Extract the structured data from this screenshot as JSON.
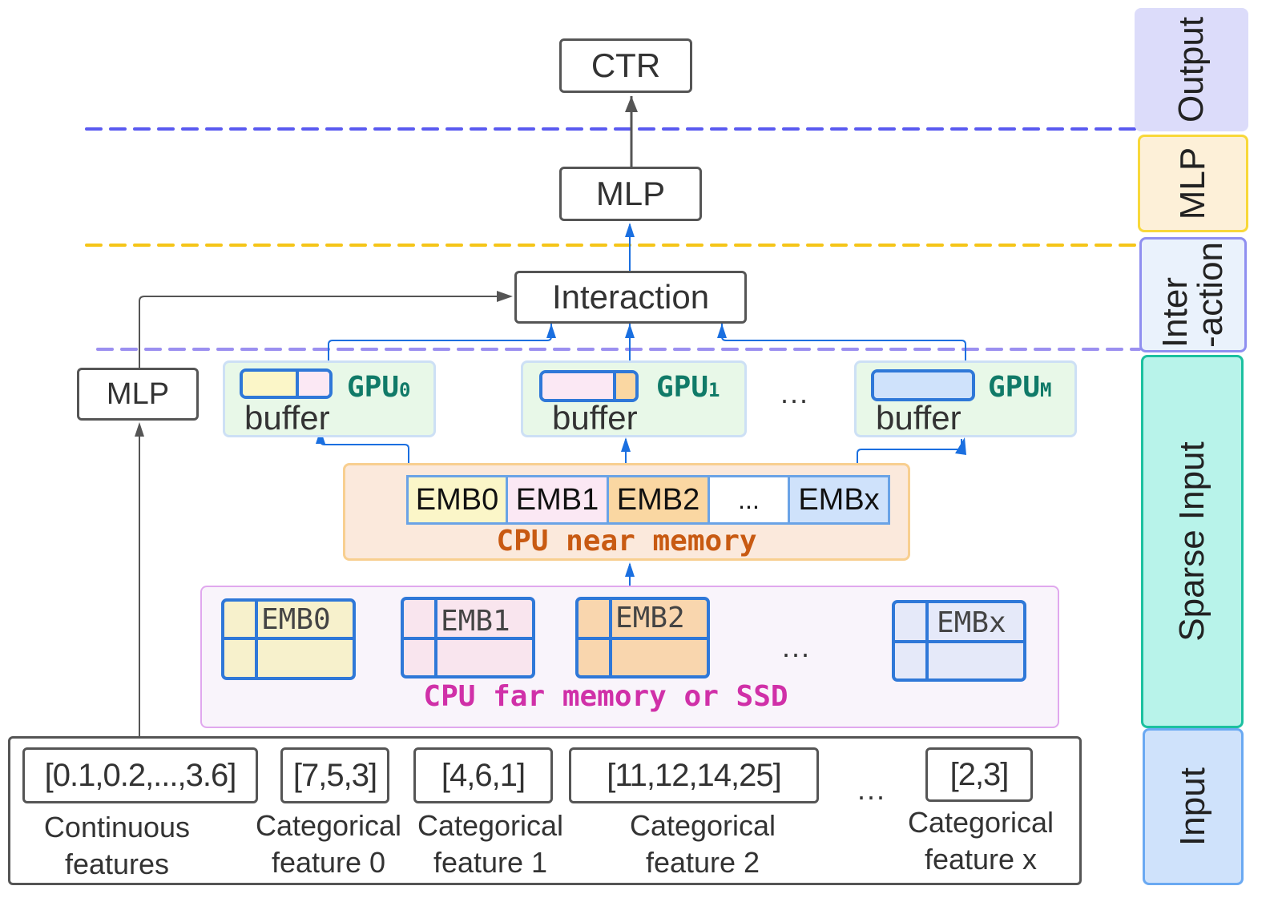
{
  "output": {
    "label": "CTR"
  },
  "top_mlp": {
    "label": "MLP"
  },
  "interaction": {
    "label": "Interaction"
  },
  "bottom_mlp": {
    "label": "MLP"
  },
  "gpus": [
    {
      "name": "GPU",
      "index": "0",
      "buffer_label": "buffer",
      "buffer_segments": [
        "#fbf6c8",
        "#fbe8f4"
      ]
    },
    {
      "name": "GPU",
      "index": "1",
      "buffer_label": "buffer",
      "buffer_segments": [
        "#fbe8f4",
        "#fad7a2"
      ]
    },
    {
      "name": "GPU",
      "index": "M",
      "buffer_label": "buffer",
      "buffer_segments": [
        "#cfe2fb"
      ]
    }
  ],
  "gpu_ellipsis": "...",
  "near_memory": {
    "label": "CPU near memory",
    "cells": [
      {
        "label": "EMB0",
        "color": "#fbf6c8"
      },
      {
        "label": "EMB1",
        "color": "#fbe8f4"
      },
      {
        "label": "EMB2",
        "color": "#fad7a2"
      },
      {
        "label": "...",
        "color": "#ffffff"
      },
      {
        "label": "EMBx",
        "color": "#cfe2fb"
      }
    ]
  },
  "far_memory": {
    "label": "CPU far memory or SSD",
    "tables": [
      {
        "label": "EMB0",
        "color": "#f7f1cc"
      },
      {
        "label": "EMB1",
        "color": "#f9e5ee"
      },
      {
        "label": "EMB2",
        "color": "#f9d6ae"
      },
      {
        "label": "EMBx",
        "color": "#e5e9f9"
      }
    ],
    "ellipsis": "..."
  },
  "input_features": [
    {
      "value": "[0.1,0.2,...,3.6]",
      "label_line1": "Continuous",
      "label_line2": "features"
    },
    {
      "value": "[7,5,3]",
      "label_line1": "Categorical",
      "label_line2": "feature 0"
    },
    {
      "value": "[4,6,1]",
      "label_line1": "Categorical",
      "label_line2": "feature 1"
    },
    {
      "value": "[11,12,14,25]",
      "label_line1": "Categorical",
      "label_line2": "feature 2"
    },
    {
      "value": "[2,3]",
      "label_line1": "Categorical",
      "label_line2": "feature x"
    }
  ],
  "input_ellipsis": "...",
  "stages": [
    {
      "label": "Output",
      "fill": "#dcdcfa",
      "border": "#dcdcfa"
    },
    {
      "label": "MLP",
      "fill": "#fdf0d8",
      "border": "#f8d83a"
    },
    {
      "label": "Inter\n-action",
      "line1": "Inter",
      "line2": "-action",
      "fill": "#eaf2fc",
      "border": "#8f8ff0"
    },
    {
      "label": "Sparse Input",
      "fill": "#b8f3ea",
      "border": "#1cc0a0"
    },
    {
      "label": "Input",
      "fill": "#cfe2fb",
      "border": "#6aa9f2"
    }
  ],
  "colors": {
    "dash_output": "#5a5af0",
    "dash_mlp": "#f5c518",
    "dash_interaction": "#9b8ff0",
    "arrow_blue": "#1a6fe0",
    "gpu_text": "#107a68",
    "near_text": "#c85a12",
    "far_text": "#d030a8"
  }
}
